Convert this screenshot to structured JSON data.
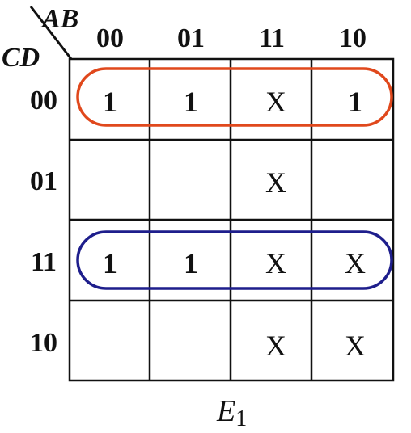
{
  "variables": {
    "column": "AB",
    "row": "CD"
  },
  "column_labels": [
    "00",
    "01",
    "11",
    "10"
  ],
  "row_labels": [
    "00",
    "01",
    "11",
    "10"
  ],
  "cells": [
    [
      "1",
      "1",
      "X",
      "1"
    ],
    [
      "",
      "",
      "X",
      ""
    ],
    [
      "1",
      "1",
      "X",
      "X"
    ],
    [
      "",
      "",
      "X",
      "X"
    ]
  ],
  "groups": [
    {
      "row": 0,
      "color": "#e0481c"
    },
    {
      "row": 2,
      "color": "#1e1e8c"
    }
  ],
  "title": {
    "main": "E",
    "subscript": "1"
  }
}
